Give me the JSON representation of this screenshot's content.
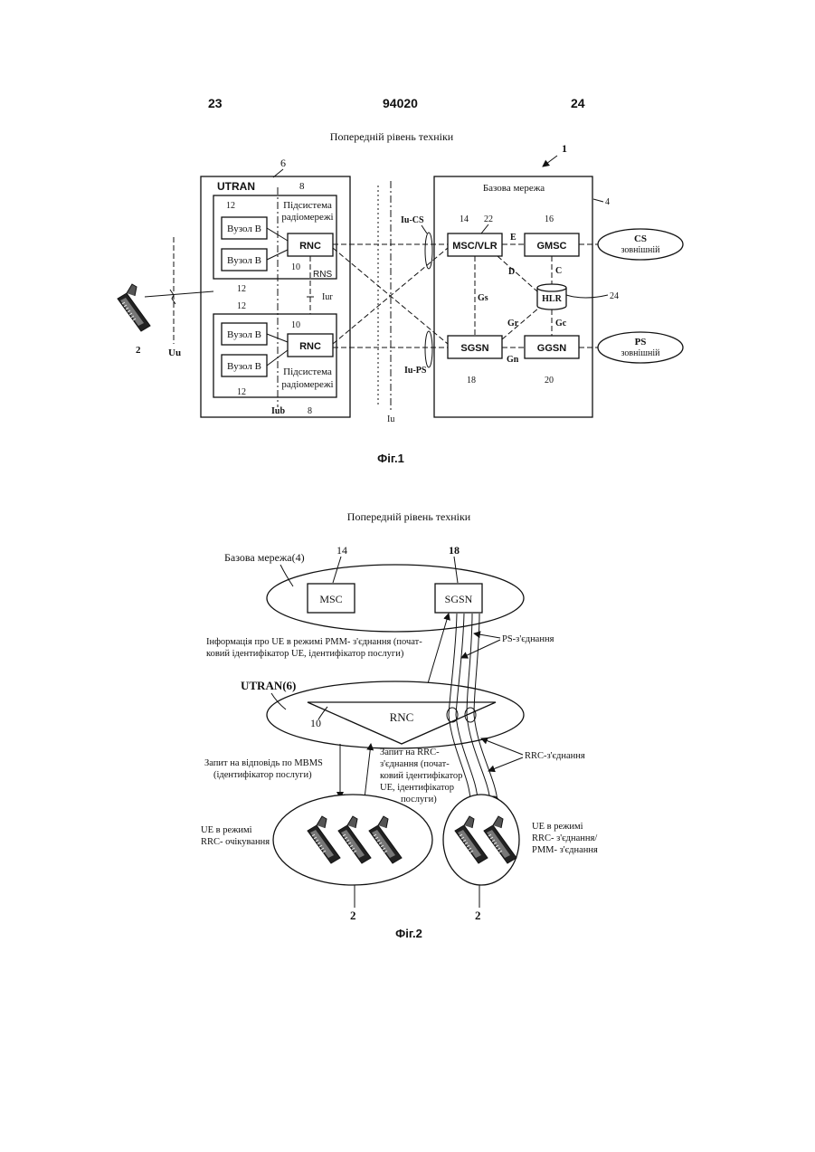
{
  "header": {
    "left_page": "23",
    "patent_number": "94020",
    "right_page": "24"
  },
  "fig1": {
    "prior_art": "Попередній рівень техніки",
    "label_1": "1",
    "utran": "UTRAN",
    "label_6": "6",
    "label_8_top": "8",
    "rns_top_line1": "Підсистема",
    "rns_top_line2": "радіомережі",
    "node_b": "Вузол B",
    "label_12": "12",
    "rnc": "RNC",
    "label_10": "10",
    "rns": "RNS",
    "iur": "Iur",
    "rns_bottom_line1": "Підсистема",
    "rns_bottom_line2": "радіомережі",
    "iub": "Iub",
    "label_8_bottom": "8",
    "iu": "Iu",
    "uu": "Uu",
    "label_2": "2",
    "core_network": "Базова мережа",
    "label_4": "4",
    "iu_cs": "Iu-CS",
    "iu_ps": "Iu-PS",
    "label_14": "14",
    "label_22": "22",
    "msc_vlr": "MSC/VLR",
    "e": "E",
    "label_16": "16",
    "gmsc": "GMSC",
    "cs_line1": "CS",
    "cs_line2": "зовнішній",
    "d": "D",
    "c": "C",
    "hlr": "HLR",
    "label_24": "24",
    "gs": "Gs",
    "gr": "Gr",
    "gc": "Gc",
    "sgsn": "SGSN",
    "gn": "Gn",
    "ggsn": "GGSN",
    "ps_line1": "PS",
    "ps_line2": "зовнішній",
    "label_18": "18",
    "label_20": "20",
    "caption": "Фіг.1"
  },
  "fig2": {
    "prior_art": "Попередній рівень техніки",
    "label_14": "14",
    "label_18": "18",
    "core_network": "Базова мережа(4)",
    "msc": "MSC",
    "sgsn": "SGSN",
    "info_line1": "Інформація про UE в режимі PMM- з'єднання (почат-",
    "info_line2": "ковий ідентифікатор UE, ідентифікатор послуги)",
    "ps_connection": "PS-з'єднання",
    "utran": "UTRAN(6)",
    "label_10": "10",
    "rnc": "RNC",
    "mbms_line1": "Запит на відповідь по MBMS",
    "mbms_line2": "(ідентифікатор послуги)",
    "rrc_req_line1": "Запит на RRC-",
    "rrc_req_line2": "з'єднання (почат-",
    "rrc_req_line3": "ковий ідентифікатор",
    "rrc_req_line4": "UE, ідентифікатор",
    "rrc_req_line5": "послуги)",
    "rrc_connection": "RRC-з'єднання",
    "idle_line1": "UE в режимі",
    "idle_line2": "RRC- очікування",
    "conn_line1": "UE в режимі",
    "conn_line2": "RRC- з'єднання/",
    "conn_line3": "PMM- з'єднання",
    "label_2_left": "2",
    "label_2_right": "2",
    "caption": "Фіг.2"
  }
}
